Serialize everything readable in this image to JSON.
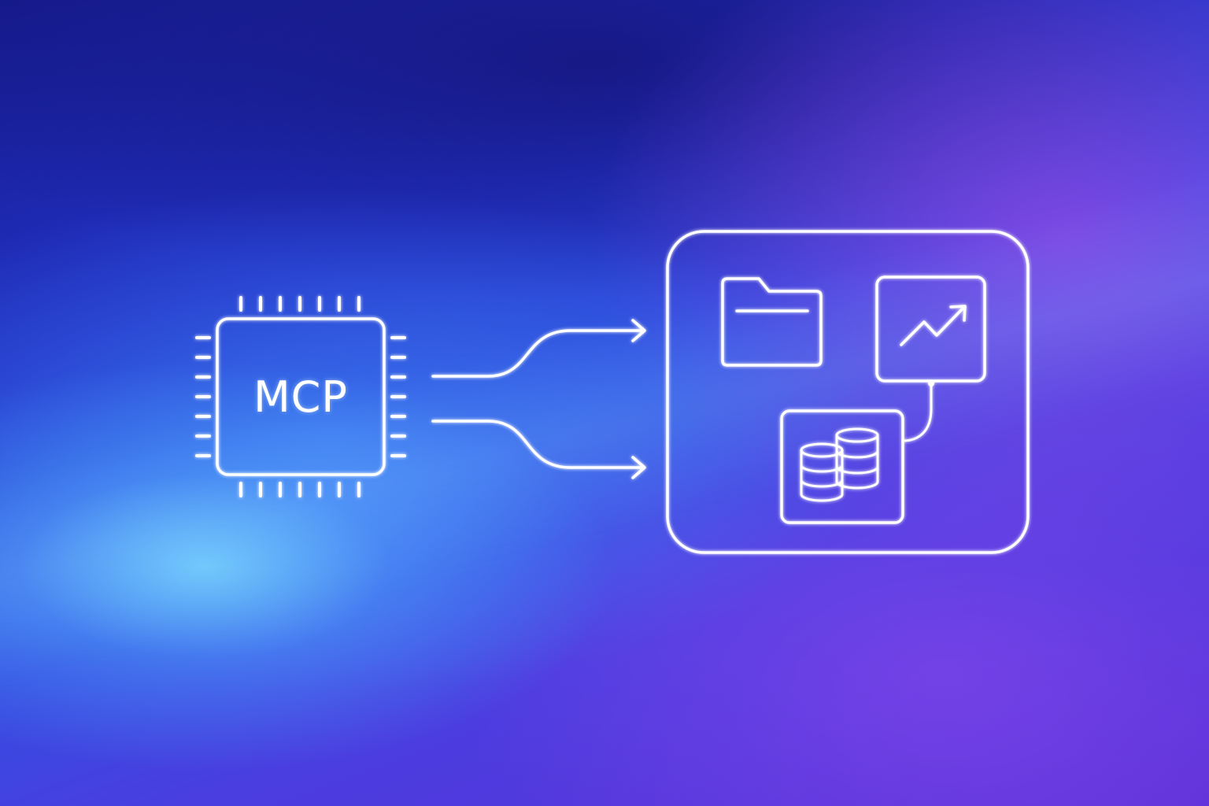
{
  "diagram": {
    "chip": {
      "label": "MCP",
      "icon": "microchip-icon"
    },
    "connections": [
      {
        "name": "upper-arrow",
        "from": "chip",
        "to": "resources-panel"
      },
      {
        "name": "lower-arrow",
        "from": "chip",
        "to": "resources-panel"
      }
    ],
    "resources_panel": {
      "items": [
        {
          "icon": "folder-icon"
        },
        {
          "icon": "trending-chart-icon"
        },
        {
          "icon": "database-stack-icon"
        }
      ]
    }
  },
  "colors": {
    "line": "#ffffff",
    "background_deep": "#151a8c",
    "background_blue": "#2f4fe0",
    "background_violet": "#5a2fd6",
    "glow_cyan": "#78dcff"
  }
}
